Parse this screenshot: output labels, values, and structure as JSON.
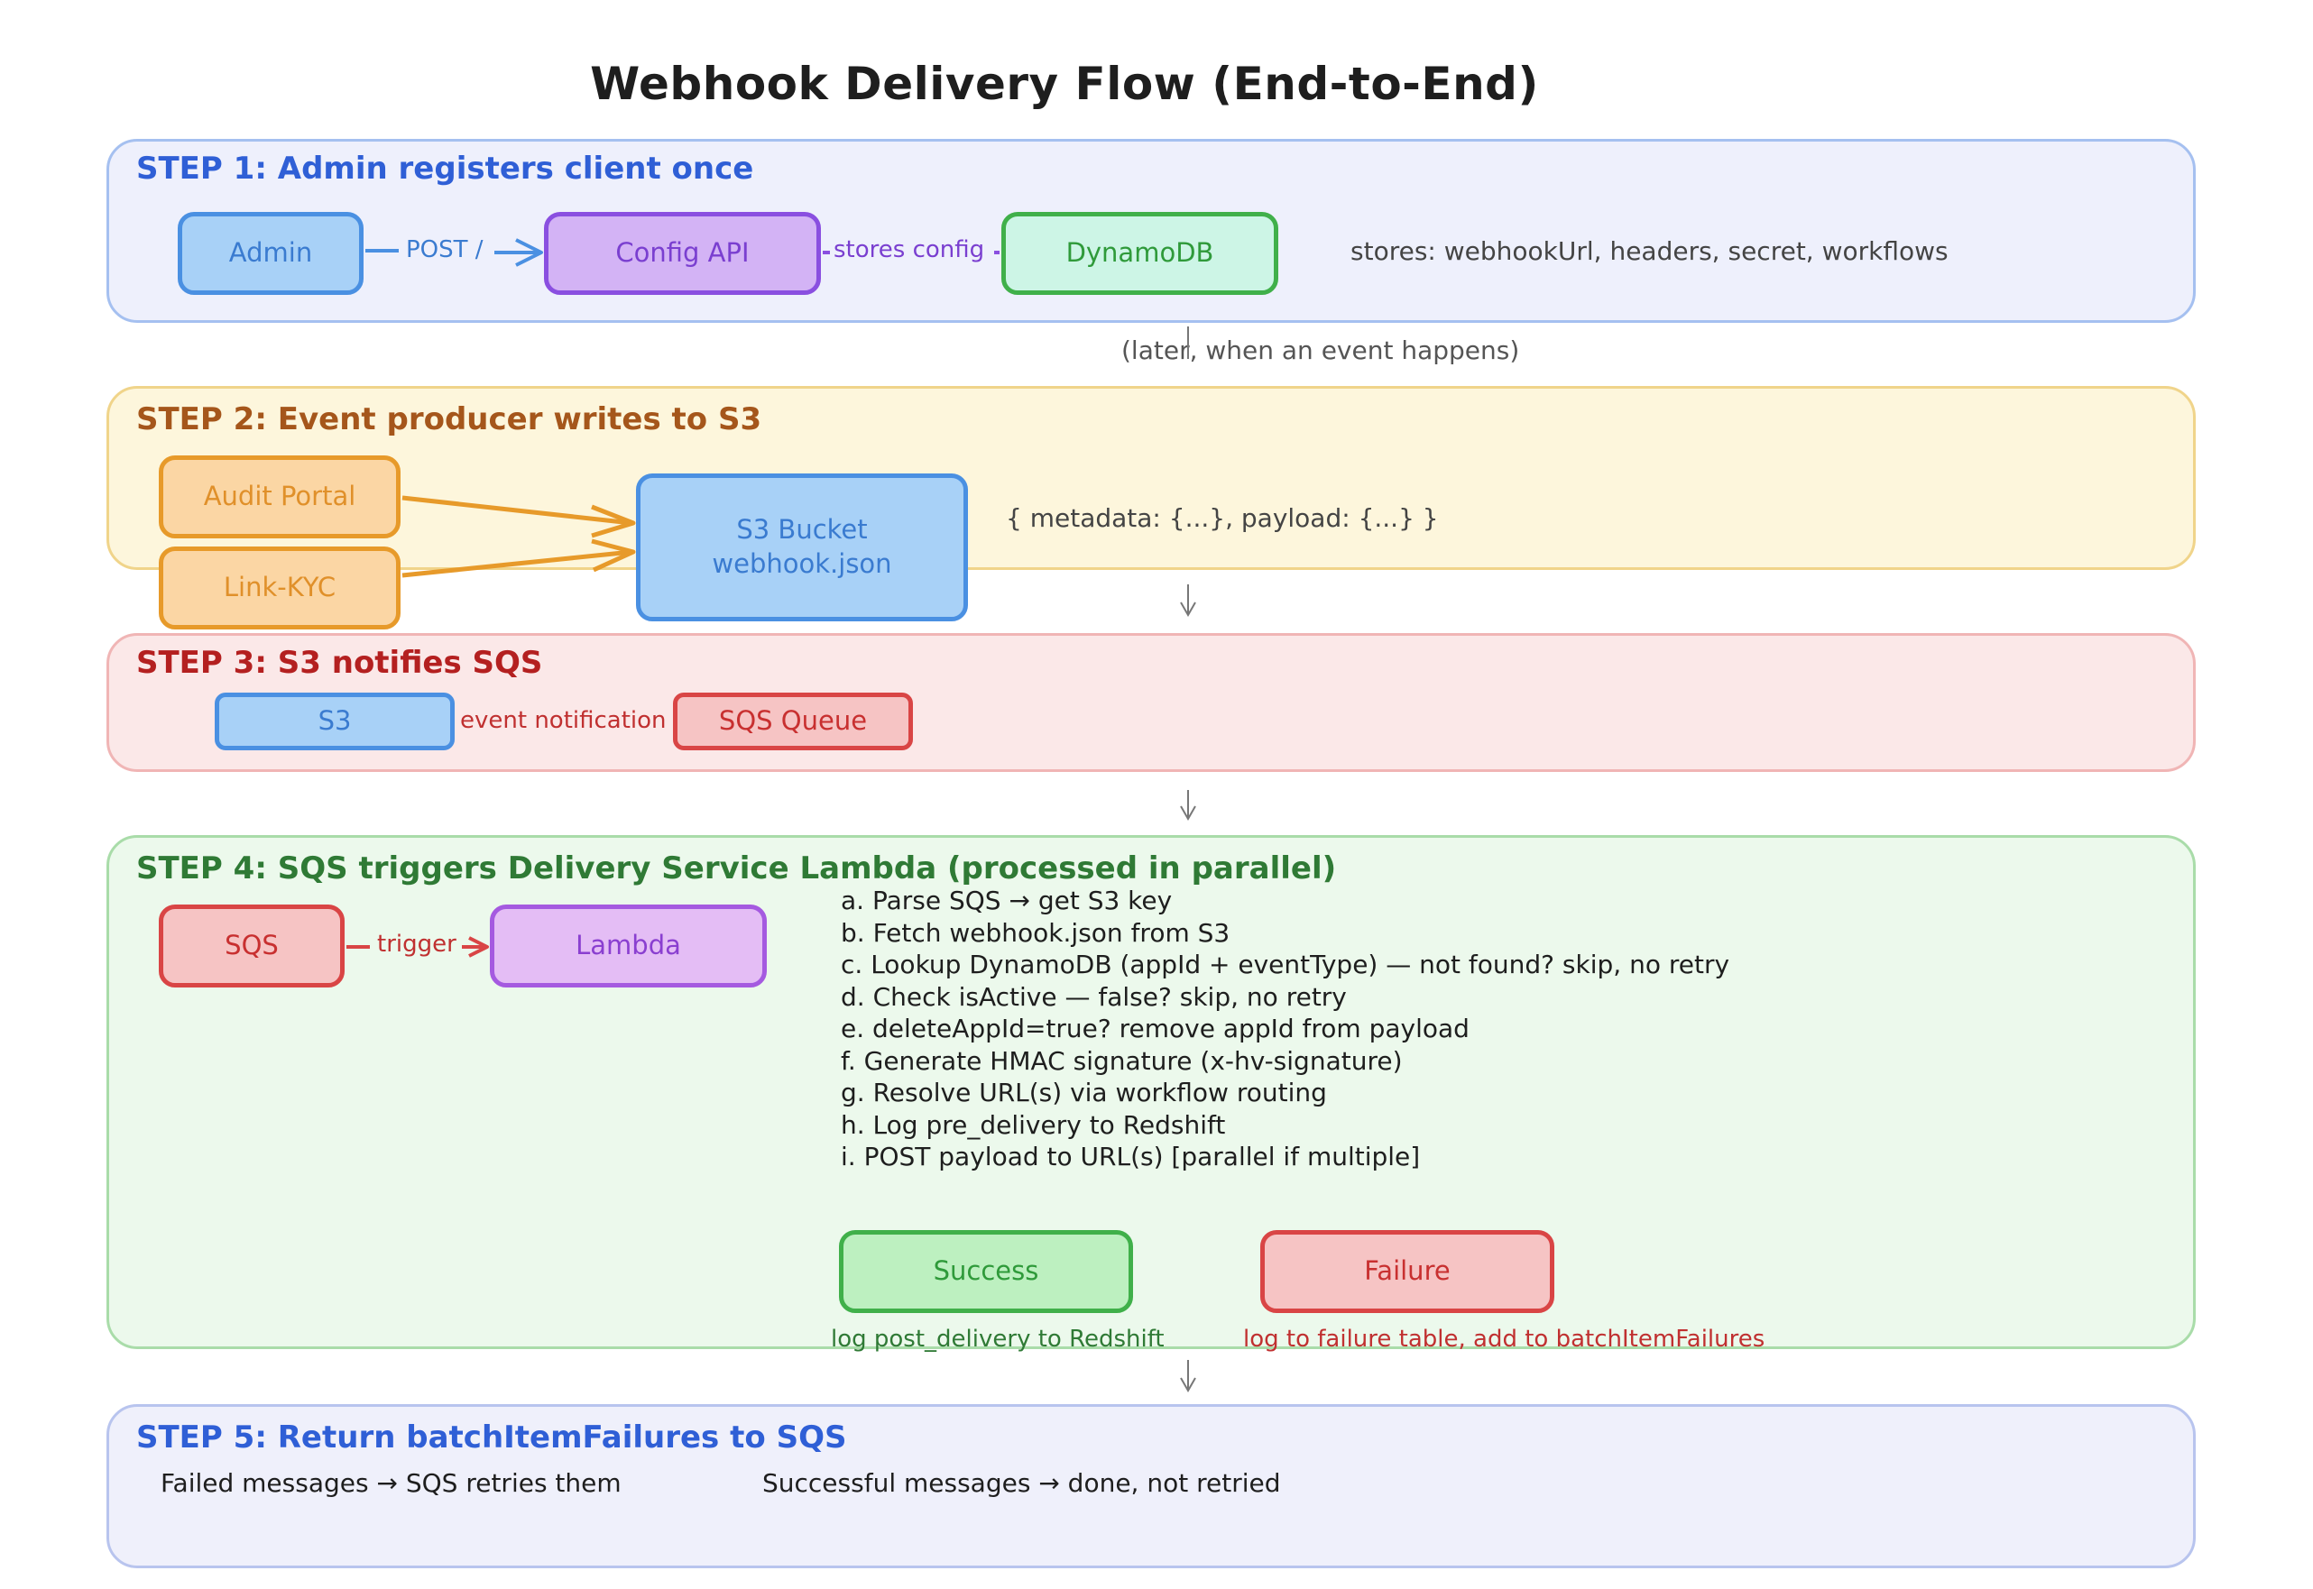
{
  "title": "Webhook Delivery Flow (End-to-End)",
  "colors": {
    "step1_bg": "#eef0fc",
    "step1_border": "#a5c0f0",
    "step1_title": "#2f5fd6",
    "step2_bg": "#fdf6dc",
    "step2_border": "#f0d48a",
    "step2_title": "#a5561b",
    "step3_bg": "#fbe8e8",
    "step3_border": "#f0b5b5",
    "step3_title": "#b42020",
    "step4_bg": "#ecf9ec",
    "step4_border": "#a9dca9",
    "step4_title": "#2f7a35",
    "step5_bg": "#eff0fb",
    "step5_border": "#b8c4ee",
    "step5_title": "#2f5fd6"
  },
  "step1": {
    "title": "STEP 1: Admin registers client once",
    "admin": "Admin",
    "edge_post": "POST /",
    "config_api": "Config API",
    "edge_stores": "stores config",
    "dynamodb": "DynamoDB",
    "note": "stores: webhookUrl, headers, secret, workflows"
  },
  "between_1_2": "(later, when an event happens)",
  "step2": {
    "title": "STEP 2: Event producer writes to S3",
    "audit_portal": "Audit Portal",
    "link_kyc": "Link-KYC",
    "s3_bucket_line1": "S3 Bucket",
    "s3_bucket_line2": "webhook.json",
    "note": "{ metadata: {...}, payload: {...} }"
  },
  "step3": {
    "title": "STEP 3: S3 notifies SQS",
    "s3": "S3",
    "edge_event": "event notification",
    "sqs_queue": "SQS Queue"
  },
  "step4": {
    "title": "STEP 4: SQS triggers Delivery Service Lambda (processed in parallel)",
    "sqs": "SQS",
    "edge_trigger": "trigger",
    "lambda": "Lambda",
    "steps": [
      "a. Parse SQS → get S3 key",
      "b. Fetch webhook.json from S3",
      "c. Lookup DynamoDB (appId + eventType) — not found? skip, no retry",
      "d. Check isActive — false? skip, no retry",
      "e. deleteAppId=true? remove appId from payload",
      "f. Generate HMAC signature (x-hv-signature)",
      "g. Resolve URL(s) via workflow routing",
      "h. Log pre_delivery to Redshift",
      "i. POST payload to URL(s) [parallel if multiple]"
    ],
    "success": "Success",
    "failure": "Failure",
    "success_note": "log post_delivery to Redshift",
    "failure_note": "log to failure table, add to batchItemFailures"
  },
  "step5": {
    "title": "STEP 5: Return batchItemFailures to SQS",
    "failed": "Failed messages → SQS retries them",
    "successful": "Successful messages → done, not retried"
  }
}
